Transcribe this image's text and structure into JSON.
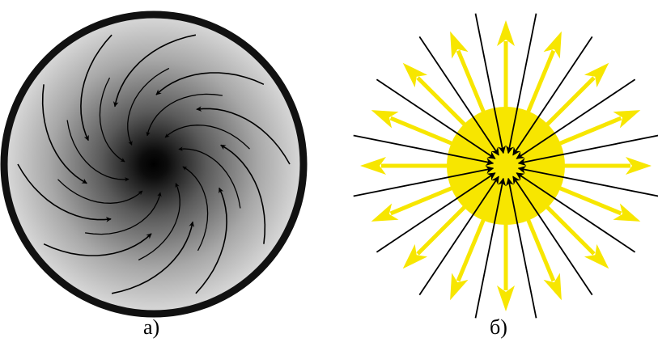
{
  "figure": {
    "panels": [
      {
        "id": "a",
        "label": "а)",
        "depiction": "vortex",
        "arrow_count": 20,
        "colors": {
          "border": "#111111",
          "gradient_center": "#000000",
          "gradient_edge": "#d6d6d6",
          "arrows": "#000000"
        }
      },
      {
        "id": "b",
        "label": "б)",
        "depiction": "source-sink",
        "inward_arrow_count": 16,
        "outward_arrow_count": 16,
        "colors": {
          "disk": "#f7e600",
          "outward_arrows": "#f7e600",
          "inward_arrows": "#000000"
        }
      }
    ]
  }
}
